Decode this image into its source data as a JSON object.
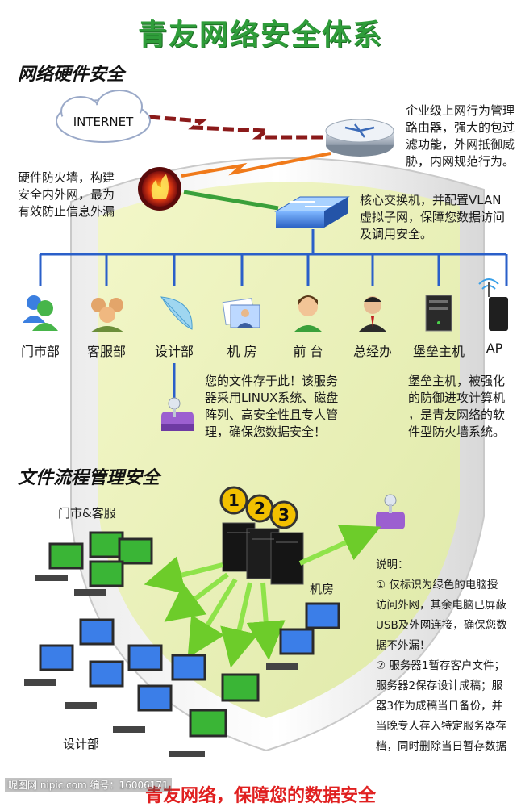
{
  "title": "青友网络安全体系",
  "section1": "网络硬件安全",
  "section2": "文件流程管理安全",
  "internet": "INTERNET",
  "router_text": [
    "企业级上网行为管理",
    "路由器，强大的包过",
    "滤功能，外网抵御威",
    "胁，内网规范行为。"
  ],
  "firewall_text": [
    "硬件防火墙，构建",
    "安全内外网，最为",
    "有效防止信息外漏"
  ],
  "switch_text": [
    "核心交换机，并配置VLAN",
    "虚拟子网，保障您数据访问",
    "及调用安全。"
  ],
  "departments": [
    "门市部",
    "客服部",
    "设计部",
    "机 房",
    "前 台",
    "总经办",
    "堡垒主机",
    "AP"
  ],
  "server_text": [
    "您的文件存于此！该服务",
    "器采用LINUX系统、磁盘",
    "阵列、高安全性且专人管",
    "理，确保您数据安全！"
  ],
  "bastion_text": [
    "堡垒主机，被强化",
    "的防御进攻计算机",
    "，是青友网络的软",
    "件型防火墙系统。"
  ],
  "server_numbers": [
    "1",
    "2",
    "3"
  ],
  "group_labels": {
    "store_service": "门市&客服",
    "machine_room": "机房",
    "design": "设计部"
  },
  "notes": [
    "说明：",
    "① 仅标识为绿色的电脑授",
    "访问外网，其余电脑已屏蔽",
    "USB及外网连接，确保您数",
    "据不外漏！",
    "② 服务器1暂存客户文件；",
    "服务器2保存设计成稿；服",
    "器3作为成稿当日备份，并",
    "当晚专人存入特定服务器存",
    "档，同时删除当日暂存数据"
  ],
  "bottom_slogan": "青友网络，保障您的数据安全",
  "watermark": "昵图网 nipic.com  编号：16006171",
  "colors": {
    "title": "#2f9d3a",
    "line_blue": "#2a5fc9",
    "arrow_green": "#8fe34a",
    "slogan_red": "#e02020",
    "red_link": "#8b1a1a",
    "green_link": "#3aa03a"
  }
}
